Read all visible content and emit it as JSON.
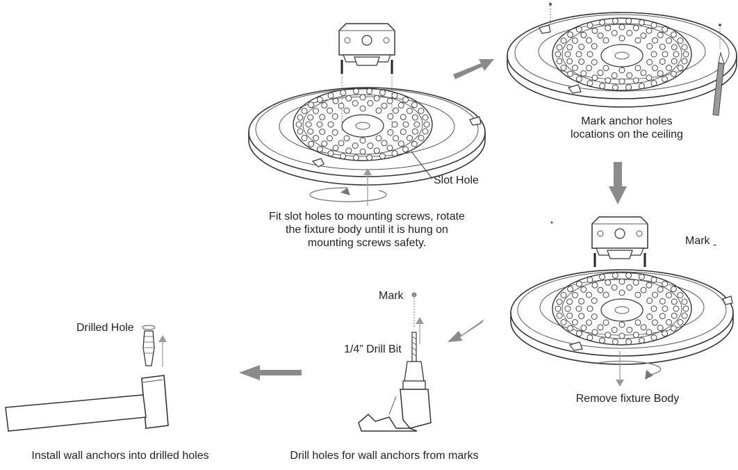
{
  "labels": {
    "slot_hole": "Slot Hole",
    "mark_top": "Mark",
    "mark_right": "Mark",
    "drill_bit": "1/4” Drill Bit",
    "drilled_hole": "Drilled Hole"
  },
  "captions": {
    "step1": [
      "Fit slot holes to mounting screws, rotate",
      "the fixture body until it is hung on",
      "mounting screws safety."
    ],
    "step2": [
      "Mark anchor holes",
      "locations on the ceiling"
    ],
    "step3": "Remove fixture Body",
    "step4": "Drill holes for wall anchors from marks",
    "step5": "Install wall anchors into drilled holes"
  },
  "colors": {
    "arrow": "#8a8a8a",
    "line": "#333333"
  }
}
